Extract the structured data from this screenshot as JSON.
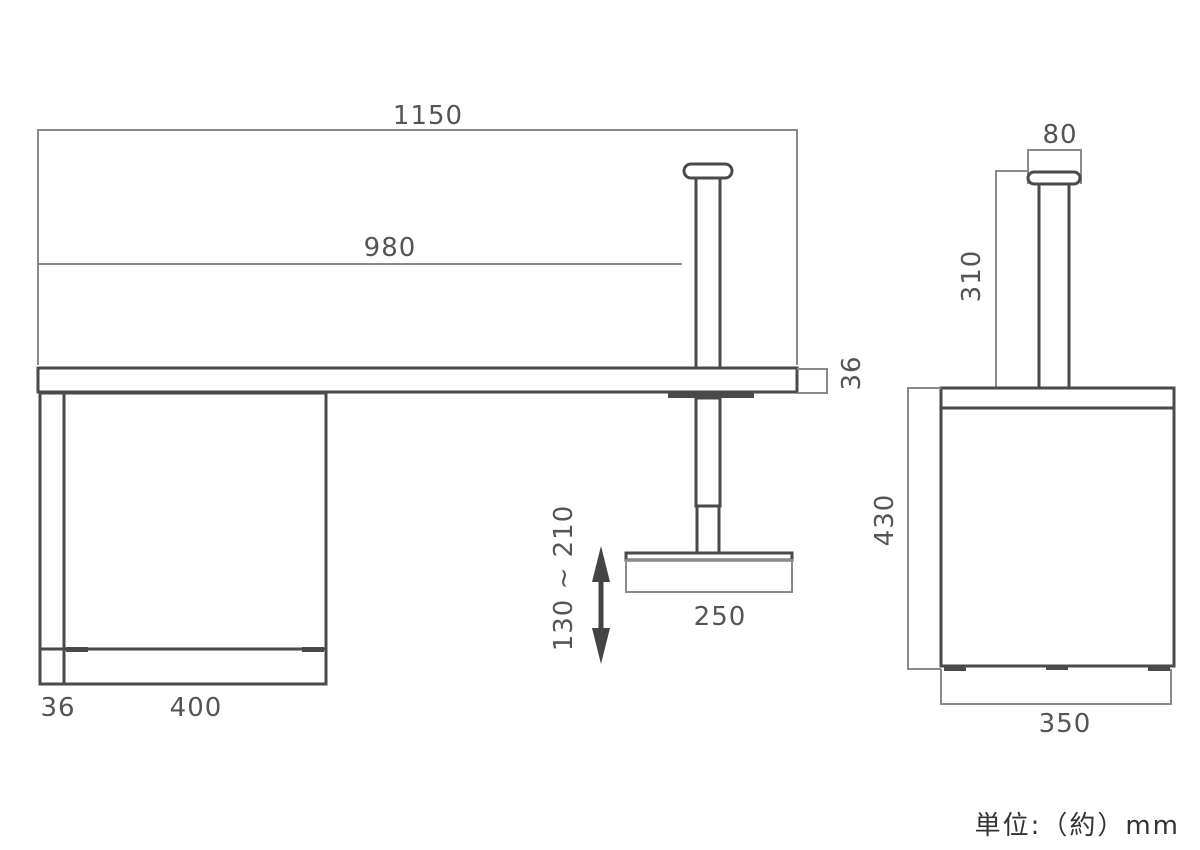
{
  "diagram": {
    "type": "dimension-drawing",
    "front_view": {
      "overall_width_label": "1150",
      "top_board_width_label": "980",
      "top_thickness_label": "36",
      "side_panel_thickness_label": "36",
      "cabinet_depth_label": "400",
      "adjustable_range_label": "130 ~ 210",
      "foot_width_label": "250"
    },
    "side_view": {
      "post_cap_width_label": "80",
      "post_height_label": "310",
      "cabinet_height_label": "430",
      "cabinet_width_label": "350"
    },
    "unit_label": "単位:（約）mm",
    "colors": {
      "outline": "#4a4a4a",
      "dimension_line": "#8a8a8a",
      "label_text": "#555555",
      "background": "#ffffff"
    }
  }
}
